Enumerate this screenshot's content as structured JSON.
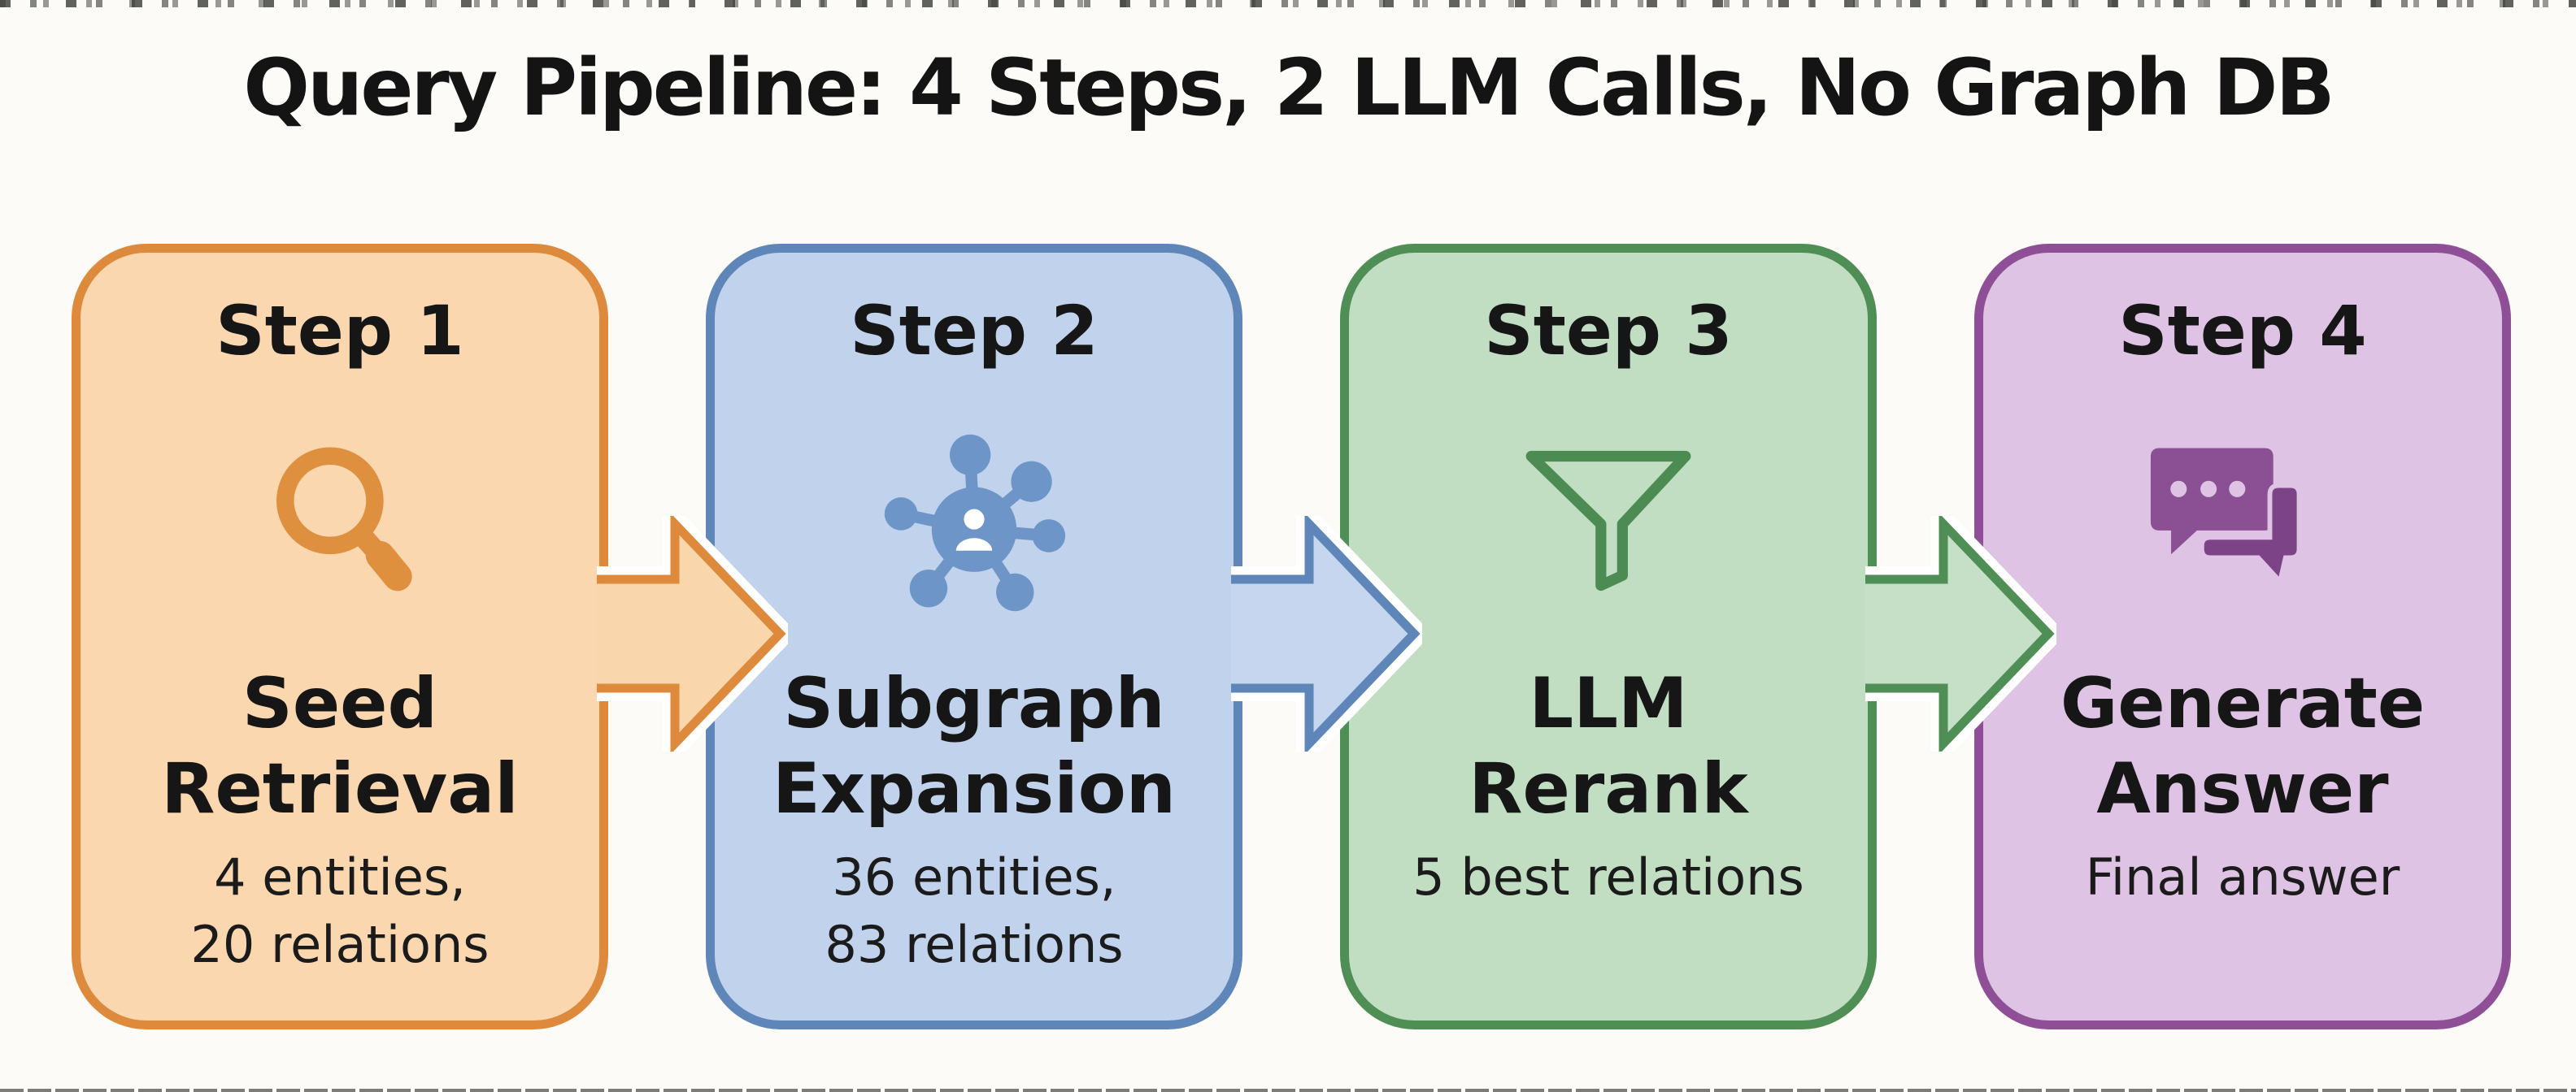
{
  "page": {
    "title": "Query Pipeline: 4 Steps, 2 LLM Calls, No Graph DB"
  },
  "steps": [
    {
      "label": "Step 1",
      "icon": "magnifier-icon",
      "name": [
        "Seed",
        "Retrieval"
      ],
      "detail": [
        "4 entities,",
        "20 relations"
      ],
      "colors": {
        "border": "#DD8A3C",
        "fill": "#FAD7AE",
        "icon": "#DF903F"
      }
    },
    {
      "label": "Step 2",
      "icon": "graph-network-icon",
      "name": [
        "Subgraph",
        "Expansion"
      ],
      "detail": [
        "36 entities,",
        "83 relations"
      ],
      "colors": {
        "border": "#5E86B8",
        "fill": "#C0D2EC",
        "icon": "#6E95C8"
      }
    },
    {
      "label": "Step 3",
      "icon": "funnel-icon",
      "name": [
        "LLM",
        "Rerank"
      ],
      "detail": [
        "5 best relations"
      ],
      "colors": {
        "border": "#4F8E55",
        "fill": "#C1DEC3",
        "icon": "#4C8B52"
      }
    },
    {
      "label": "Step 4",
      "icon": "chat-bubbles-icon",
      "name": [
        "Generate",
        "Answer"
      ],
      "detail": [
        "Final answer"
      ],
      "colors": {
        "border": "#8E4F97",
        "fill": "#DFC3E4",
        "icon": "#8B4F94",
        "icon2": "#7C4486"
      }
    }
  ],
  "arrows": [
    {
      "from": "Step 1",
      "to": "Step 2",
      "fill": "#F9D6AC",
      "border": "#DD8A3C"
    },
    {
      "from": "Step 2",
      "to": "Step 3",
      "fill": "#C5D6EE",
      "border": "#5E86B8"
    },
    {
      "from": "Step 3",
      "to": "Step 4",
      "fill": "#C6E0C8",
      "border": "#4F8E55"
    }
  ]
}
